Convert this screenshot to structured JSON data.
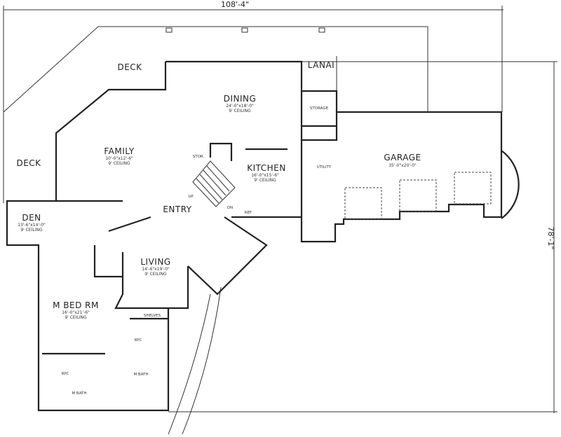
{
  "dimensions": {
    "width": "108'-4\"",
    "depth": "78'-1\""
  },
  "rooms": {
    "deck_top": {
      "name": "DECK"
    },
    "deck_left": {
      "name": "DECK"
    },
    "lanai": {
      "name": "LANAI"
    },
    "dining": {
      "name": "DINING",
      "size": "24'-0\"x18'-0\"",
      "ceiling": "9' CEILING"
    },
    "family": {
      "name": "FAMILY",
      "size": "10'-0\"x12'-6\"",
      "ceiling": "9' CEILING"
    },
    "kitchen": {
      "name": "KITCHEN",
      "size": "16'-0\"x15'-6\"",
      "ceiling": "9' CEILING"
    },
    "garage": {
      "name": "GARAGE",
      "size": "35'-0\"x20'-0\""
    },
    "den": {
      "name": "DEN",
      "size": "13'-6\"x14'-0\"",
      "ceiling": "9' CEILING"
    },
    "entry": {
      "name": "ENTRY"
    },
    "living": {
      "name": "LIVING",
      "size": "14'-6\"x19'-0\"",
      "ceiling": "9' CEILING"
    },
    "mbed": {
      "name": "M BED RM",
      "size": "16'-0\"x21'-6\"",
      "ceiling": "9' CEILING"
    },
    "storage": {
      "name": "STORAGE"
    },
    "utility": {
      "name": "UTILITY"
    },
    "stor": {
      "name": "STOR."
    },
    "shelves": {
      "name": "SHELVES"
    },
    "wic1": {
      "name": "WIC"
    },
    "wic2": {
      "name": "WIC"
    },
    "mbath1": {
      "name": "M BATH"
    },
    "mbath2": {
      "name": "M BATH"
    }
  },
  "annotations": {
    "up": "UP",
    "dn": "DN",
    "ref": "REF"
  }
}
